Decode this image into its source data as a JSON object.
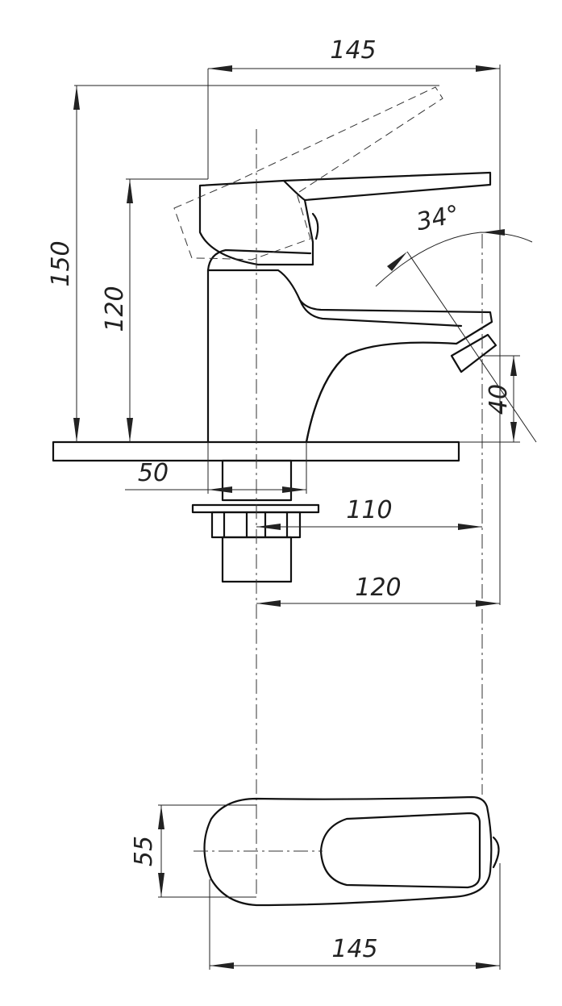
{
  "dimensions": {
    "top_width": "145",
    "total_height": "150",
    "handle_height": "120",
    "lever_angle": "34°",
    "spout_height": "40",
    "base_diameter": "50",
    "spout_reach": "110",
    "center_to_edge": "120",
    "handle_width": "55",
    "bottom_width": "145"
  }
}
